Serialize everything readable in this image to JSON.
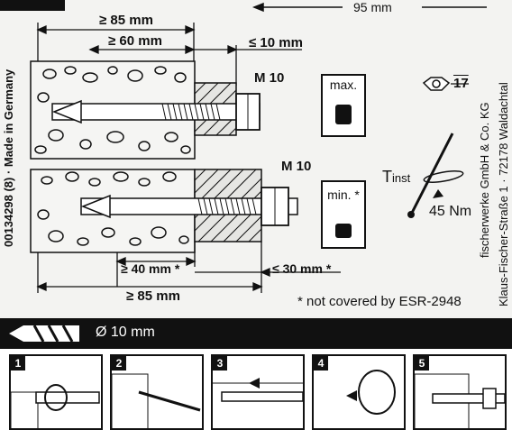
{
  "dimensions": {
    "top_length": "95 mm",
    "embed_max": "≥ 85 mm",
    "embed_min_top": "≥ 60 mm",
    "fixture_max": "≤ 10 mm",
    "embed_40": "≥ 40 mm *",
    "embed_85_bottom": "≥ 85 mm",
    "fixture_30": "≤ 30 mm *"
  },
  "labels": {
    "thread_top": "M 10",
    "thread_bottom": "M 10",
    "max": "max.",
    "min": "min. *",
    "wrench": "17",
    "torque_symbol": "T",
    "torque_sub": "inst",
    "torque_value": "45 Nm",
    "footnote": "* not covered by ESR-2948"
  },
  "side_texts": {
    "left": "00134298 (8) · Made in Germany",
    "right_1": "fischerwerke GmbH & Co. KG",
    "right_2": "Klaus-Fischer-Straße 1 · 72178 Waldachtal"
  },
  "install": {
    "diameter": "Ø 10 mm",
    "steps": [
      "1",
      "2",
      "3",
      "4",
      "5"
    ]
  }
}
